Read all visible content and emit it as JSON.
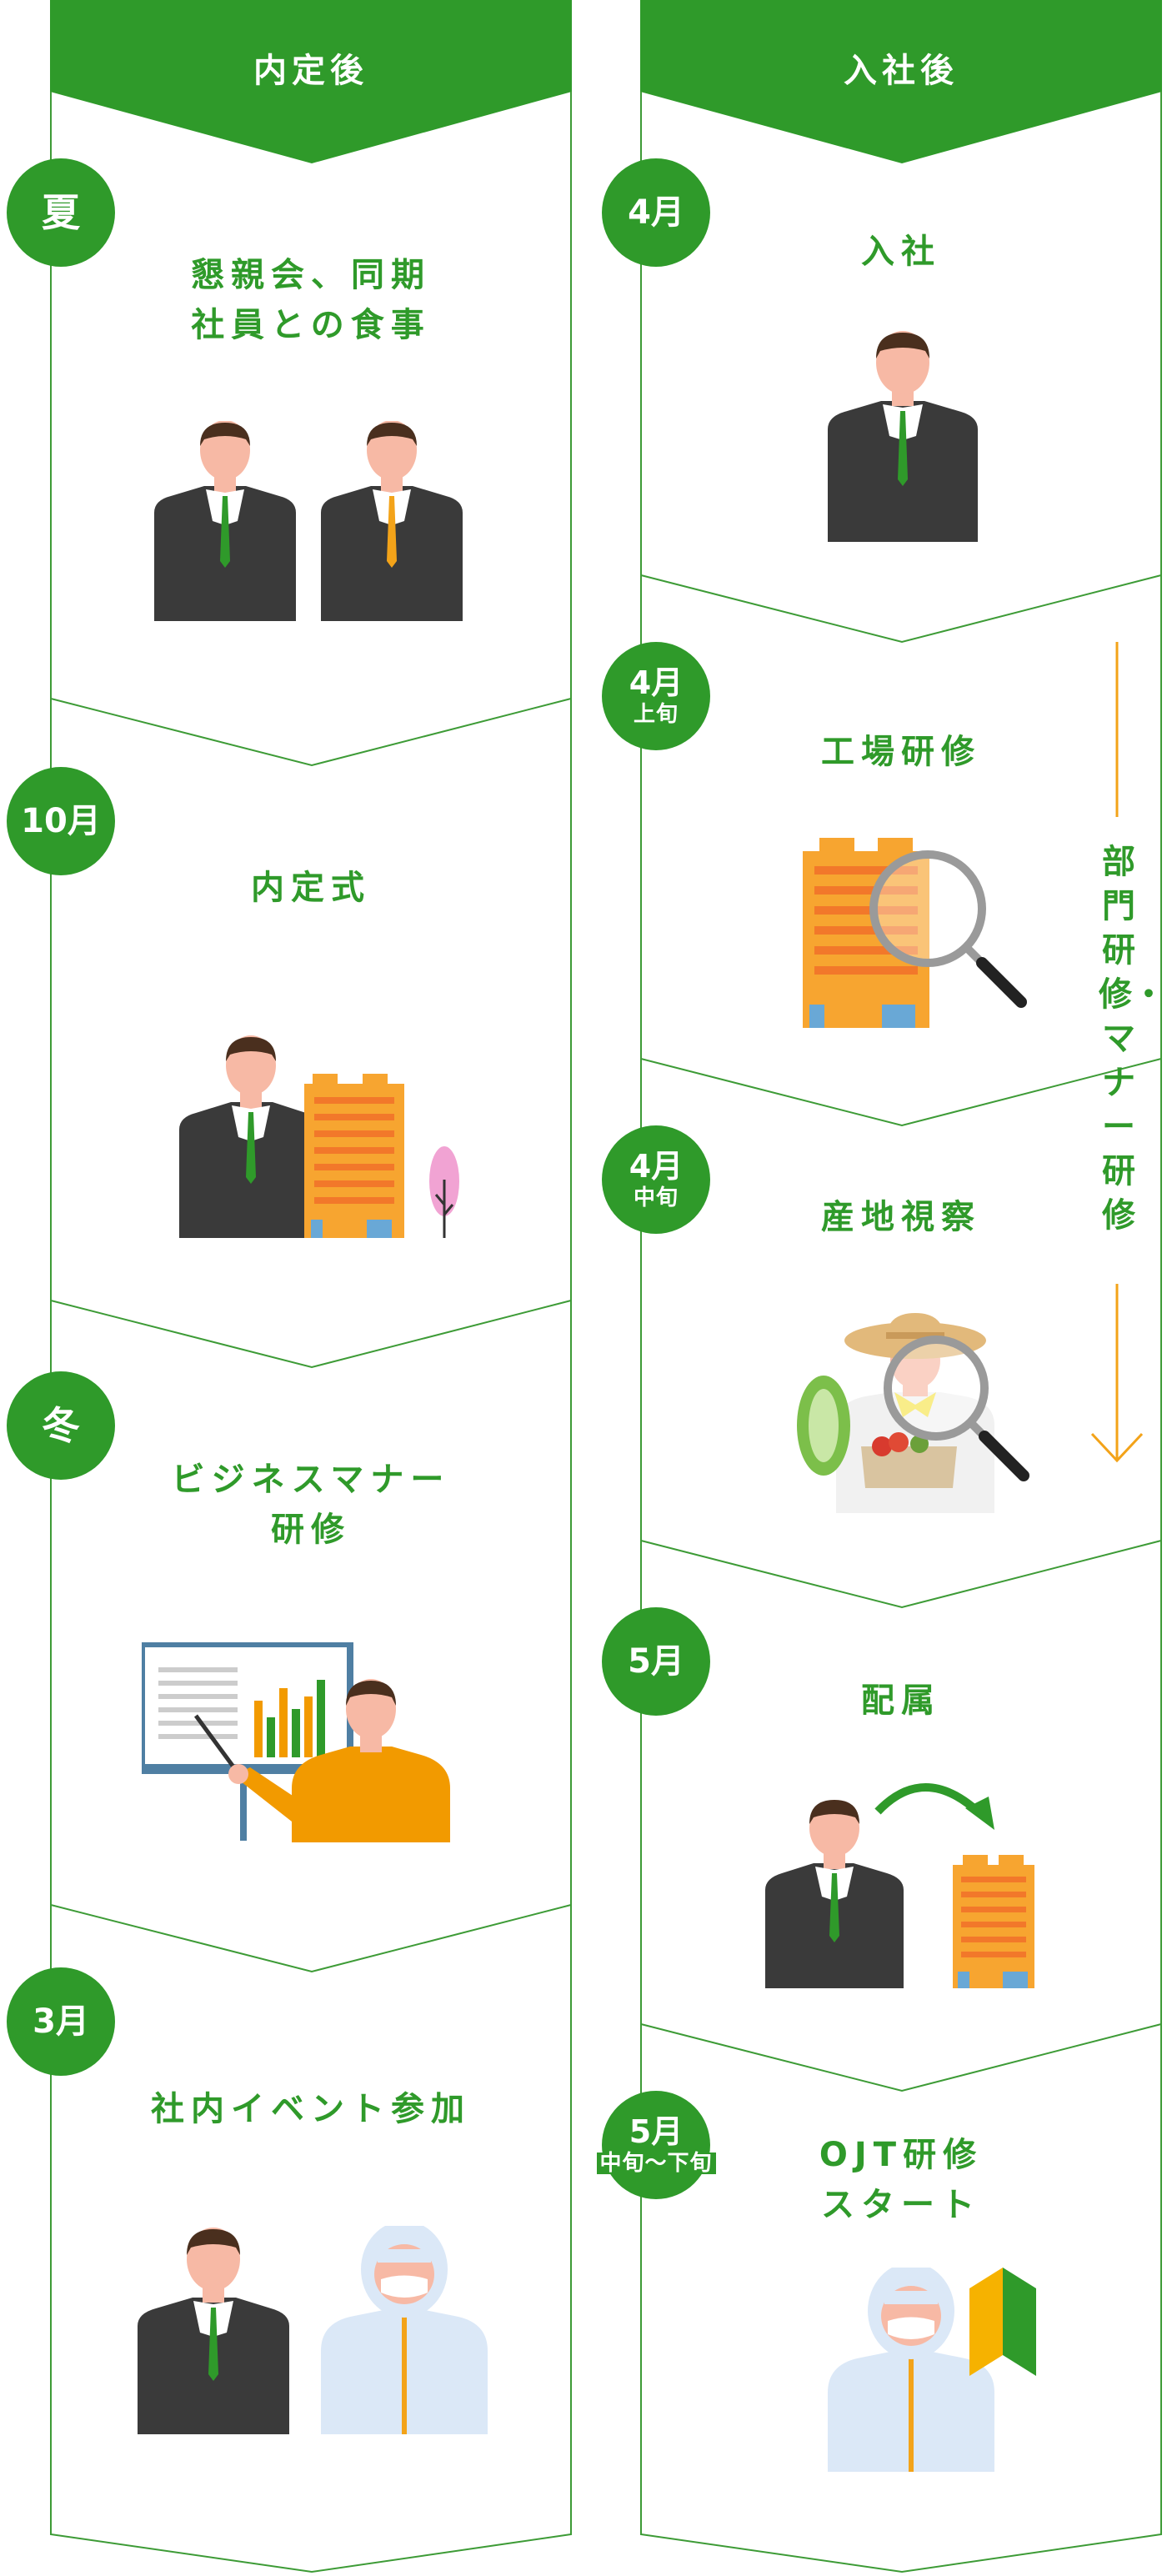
{
  "columns": {
    "left": {
      "header": "内定後",
      "steps": [
        {
          "badge": "夏",
          "badge_sub": "",
          "title_lines": [
            "懇親会、同期",
            "社員との食事"
          ]
        },
        {
          "badge": "10月",
          "badge_sub": "",
          "title_lines": [
            "内定式"
          ]
        },
        {
          "badge": "冬",
          "badge_sub": "",
          "title_lines": [
            "ビジネスマナー",
            "研修"
          ]
        },
        {
          "badge": "3月",
          "badge_sub": "",
          "title_lines": [
            "社内イベント参加"
          ]
        }
      ]
    },
    "right": {
      "header": "入社後",
      "steps": [
        {
          "badge": "4月",
          "badge_sub": "",
          "title_lines": [
            "入社"
          ]
        },
        {
          "badge": "4月",
          "badge_sub": "上旬",
          "title_lines": [
            "工場研修"
          ]
        },
        {
          "badge": "4月",
          "badge_sub": "中旬",
          "title_lines": [
            "産地視察"
          ]
        },
        {
          "badge": "5月",
          "badge_sub": "",
          "title_lines": [
            "配属"
          ]
        },
        {
          "badge": "5月",
          "badge_sub": "中旬〜下旬",
          "title_lines": [
            "OJT研修",
            "スタート"
          ]
        }
      ]
    }
  },
  "side_label": "部門研修・マナー研修",
  "colors": {
    "green": "#2f9a2a",
    "line_green": "#3d9b36",
    "orange": "#f3a319",
    "suit": "#3a3a3a",
    "skin": "#f7b9a5",
    "hair": "#4a2f1e",
    "building": "#f7a530",
    "sweater": "#f29a00"
  },
  "icons": [
    "businessman-icon",
    "building-icon",
    "magnifier-icon",
    "presentation-board-icon",
    "tree-icon",
    "farmer-icon",
    "cleanroom-worker-icon",
    "beginner-mark-icon",
    "curved-arrow-icon",
    "down-arrow-icon"
  ]
}
